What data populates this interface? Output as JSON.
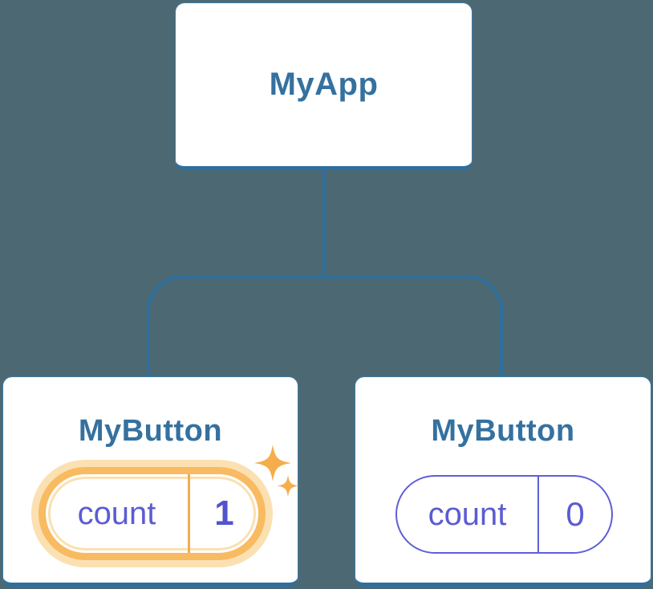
{
  "diagram": {
    "description": "React component tree with state pills",
    "root": {
      "label": "MyApp"
    },
    "children": [
      {
        "label": "MyButton",
        "state": {
          "key": "count",
          "value": "1"
        },
        "highlighted": true,
        "icon": "sparkles-icon"
      },
      {
        "label": "MyButton",
        "state": {
          "key": "count",
          "value": "0"
        },
        "highlighted": false
      }
    ]
  },
  "colors": {
    "background": "#4C6973",
    "connector_blue": "#2F6F9F",
    "node_text_blue": "#35719F",
    "state_purple": "#5B5CD3",
    "highlight_orange": "#F8BB61",
    "highlight_glow": "#FBE0B2",
    "sparkle_orange": "#F6AD4B",
    "card_background": "#FFFFFF"
  }
}
